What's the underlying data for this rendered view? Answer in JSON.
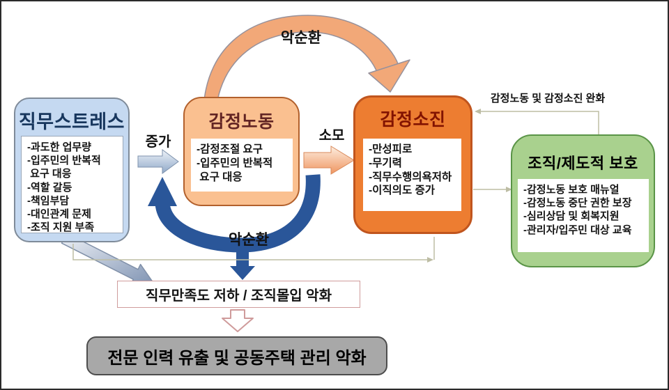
{
  "diagram": {
    "boxes": {
      "job_stress": {
        "title": "직무스트레스",
        "items": [
          "-과도한 업무량",
          "-입주민의 반복적",
          " 요구 대응",
          "-역할 갈등",
          "-책임부담",
          "-대인관계 문제",
          "-조직 지원 부족"
        ]
      },
      "emotional_labor": {
        "title": "감정노동",
        "items": [
          "-감정조절 요구",
          "-입주민의 반복적",
          " 요구 대응"
        ]
      },
      "emotional_exhaustion": {
        "title": "감정소진",
        "items": [
          "-만성피로",
          "-무기력",
          "-직무수행의욕저하",
          "-이직의도 증가"
        ]
      },
      "protection": {
        "title": "조직/제도적 보호",
        "items": [
          "-감정노동 보호 매뉴얼",
          "-감정노동 중단 권한 보장",
          "-심리상담 및 회복지원",
          "-관리자/입주민 대상 교육"
        ]
      },
      "outcome_satisfaction": {
        "label": "직무만족도 저하 / 조직몰입 악화"
      },
      "outcome_final": {
        "label": "전문 인력 유출 및 공동주택 관리 악화"
      }
    },
    "labels": {
      "vicious_cycle_top": "악순환",
      "vicious_cycle_bottom": "악순환",
      "increase": "증가",
      "deplete": "소모",
      "mitigation": "감정노동 및 감정소진 완화"
    },
    "colors": {
      "job_stress_fill": "#c5d9f1",
      "emotional_labor_fill": "#fac090",
      "emotional_exhaustion_fill": "#ed7d31",
      "protection_fill": "#a9d18e",
      "vicious_top_arrow": "#f2a878",
      "vicious_bottom_arrow": "#2a5699",
      "outcome_final_fill": "#a8a8a8",
      "outcome_border": "#cf9b9b",
      "connector": "#bdbda4"
    }
  }
}
